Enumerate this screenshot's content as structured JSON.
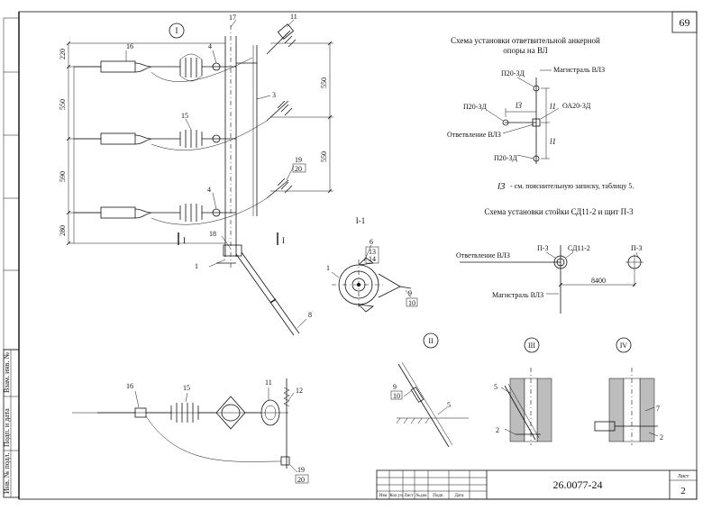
{
  "sheet": {
    "page_number": "69",
    "doc_code": "26.0077-24",
    "sheet_label": "Лист",
    "sheet_number": "2",
    "title_block_headers": [
      "Изм",
      "Кол.уч",
      "Лист",
      "№док",
      "Подп.",
      "Дата"
    ],
    "margin_stamps": [
      "Инв. № подл.",
      "Подп. и дата",
      "Взам. инв. №"
    ]
  },
  "view_main": {
    "view_marker": "I",
    "section_mark": "I",
    "dims": [
      "220",
      "550",
      "590",
      "280",
      "550",
      "550"
    ],
    "callouts": [
      "11",
      "17",
      "16",
      "4",
      "3",
      "15",
      "19",
      "20",
      "4",
      "18",
      "1",
      "8"
    ]
  },
  "section_1": {
    "title": "I-1",
    "callouts": [
      "6",
      "13",
      "14",
      "1",
      "9",
      "10"
    ]
  },
  "view_plan": {
    "callouts": [
      "16",
      "15",
      "11",
      "12",
      "19",
      "20"
    ]
  },
  "detail_II": {
    "marker": "II",
    "callouts": [
      "9",
      "10",
      "5"
    ]
  },
  "detail_III": {
    "marker": "III",
    "callouts": [
      "5",
      "2"
    ]
  },
  "detail_IV": {
    "marker": "IV",
    "callouts": [
      "7",
      "2"
    ]
  },
  "scheme_anchor": {
    "title_line1": "Схема установки ответвительной анкерной",
    "title_line2": "опоры на ВЛ",
    "labels": {
      "p20_top": "П20-3Д",
      "main_line": "Магистраль ВЛЗ",
      "p20_left": "П20-3Д",
      "oa20": "ОА20-3Д",
      "branch": "Ответвление ВЛЗ",
      "p20_bottom": "П20-3Д",
      "l1_top": "l1",
      "l3": "l3",
      "l1_bottom": "l1"
    },
    "note": "- см. пояснительную записку, таблицу 5.",
    "note_symbol": "l3"
  },
  "scheme_post": {
    "title": "Схема установки стойки СД11-2 и щит П-3",
    "labels": {
      "branch": "Ответвление ВЛЗ",
      "p3_left": "П-3",
      "sd11": "СД11-2",
      "p3_right": "П-3",
      "distance": "8400",
      "main_line": "Магистраль ВЛЗ"
    }
  }
}
